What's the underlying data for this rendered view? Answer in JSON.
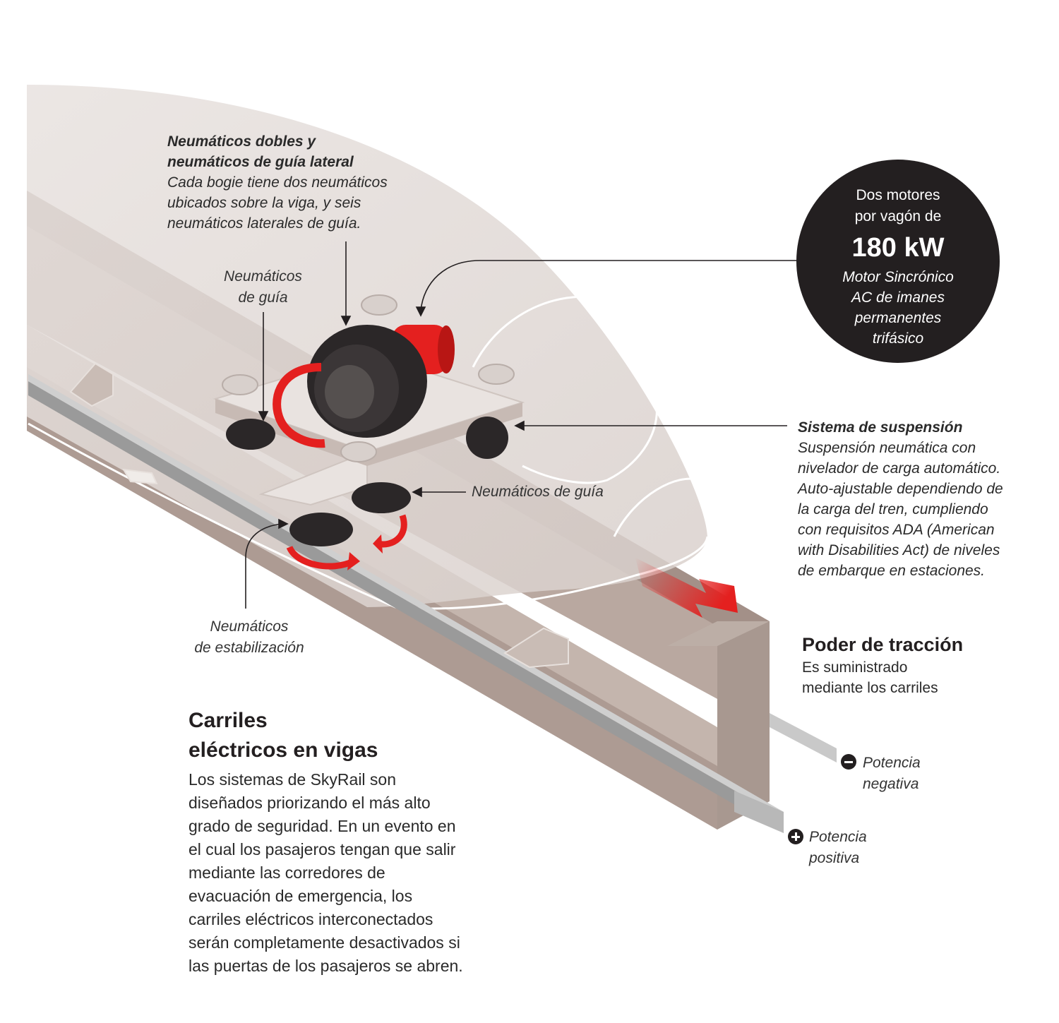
{
  "labels": {
    "tires_title_line1": "Neumáticos dobles y",
    "tires_title_line2": "neumáticos de guía lateral",
    "tires_desc_line1": "Cada bogie tiene dos neumáticos",
    "tires_desc_line2": "ubicados sobre la viga, y seis",
    "tires_desc_line3": "neumáticos laterales de guía.",
    "guide_top_line1": "Neumáticos",
    "guide_top_line2": "de guía",
    "guide_right": "Neumáticos de guía",
    "stabilization_line1": "Neumáticos",
    "stabilization_line2": "de estabilización"
  },
  "motor": {
    "line1": "Dos motores",
    "line2": "por vagón de",
    "power": "180 kW",
    "sub1": "Motor Sincrónico",
    "sub2": "AC de imanes",
    "sub3": "permanentes",
    "sub4": "trifásico"
  },
  "suspension": {
    "title": "Sistema de suspensión",
    "lines": [
      "Suspensión neumática con",
      "nivelador de carga automático.",
      "Auto-ajustable dependiendo de",
      "la carga del tren, cumpliendo",
      "con requisitos ADA (American",
      "with Disabilities Act) de niveles",
      "de embarque en estaciones."
    ]
  },
  "traction": {
    "title": "Poder de tracción",
    "line1": "Es suministrado",
    "line2": "mediante los carriles"
  },
  "power": {
    "negative_line1": "Potencia",
    "negative_line2": "negativa",
    "positive_line1": "Potencia",
    "positive_line2": "positiva"
  },
  "rails": {
    "title_line1": "Carriles",
    "title_line2": "eléctricos en vigas",
    "body": [
      "Los sistemas de SkyRail son",
      "diseñados priorizando el más alto",
      "grado de seguridad. En un evento en",
      "el cual los pasajeros tengan que salir",
      "mediante las corredores de",
      "evacuación de emergencia, los",
      "carriles eléctricos interconectados",
      "serán completamente desactivados si",
      "las puertas de los pasajeros se abren."
    ]
  },
  "colors": {
    "accent_red": "#e4201f",
    "dark": "#231f20",
    "beam": "#b7a59d",
    "car_body": "#ddd5d2"
  }
}
